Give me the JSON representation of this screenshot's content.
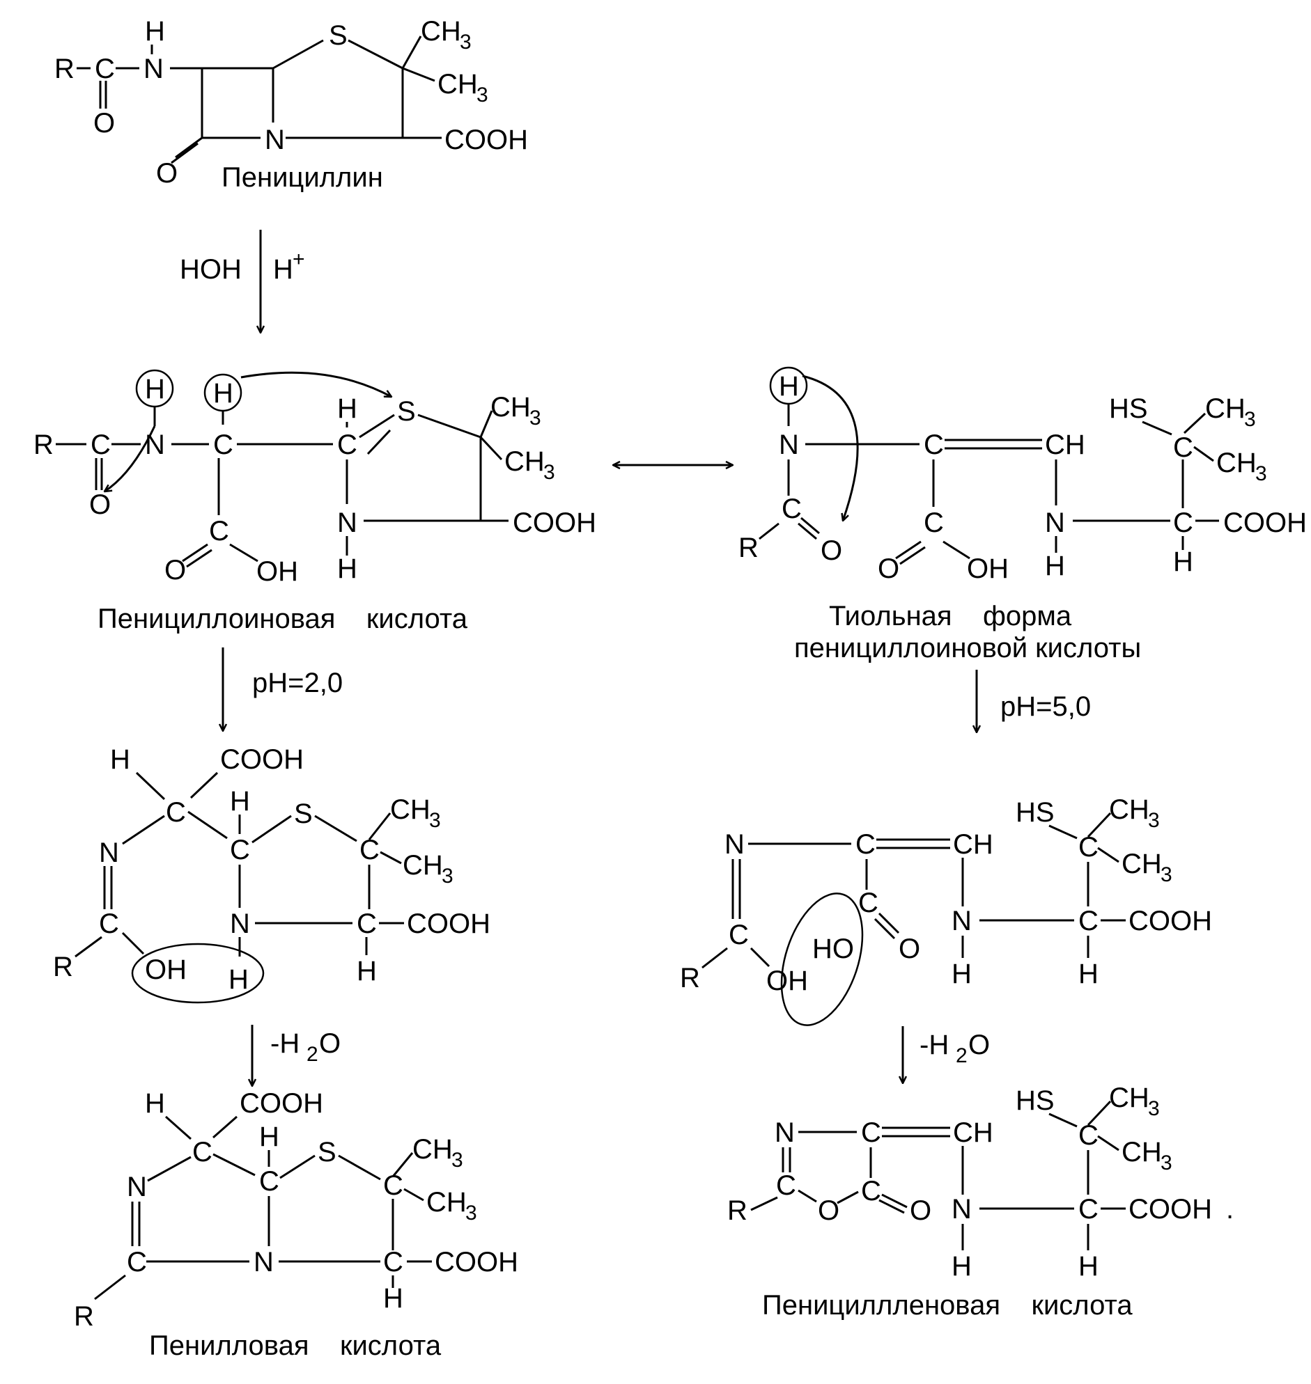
{
  "colors": {
    "ink": "#000000",
    "background": "#ffffff"
  },
  "atoms": {
    "R": "R",
    "C": "C",
    "N": "N",
    "H": "H",
    "O": "O",
    "S": "S",
    "CH3": "CH",
    "CH": "CH",
    "COOH": "COOH",
    "OH": "OH",
    "HO": "HO",
    "HS": "HS",
    "CH3_sub": "3"
  },
  "compounds": {
    "penicillin": "Пенициллин",
    "penicilloic_acid": "Пенициллоиновая    кислота",
    "thiol_form_line1": "Тиольная    форма",
    "thiol_form_line2": "пенициллоиновой кислоты",
    "penillic_acid": "Пенилловая    кислота",
    "penillenic_acid": "Пенициллленовая    кислота"
  },
  "reactions": {
    "hydrolysis_reagent": "HOH",
    "hydrolysis_catalyst": "H",
    "hydrolysis_catalyst_sup": "+",
    "ph_left": "pH=2,0",
    "ph_right": "pH=5,0",
    "dehydration_minus": "-H",
    "dehydration_sub": "2",
    "dehydration_O": "O",
    "final_period": "."
  },
  "icons": [
    "equilibrium-double-arrow-icon",
    "reaction-arrow-icon",
    "curved-electron-arrow-icon",
    "circled-hydrogen-icon",
    "circled-hydroxyl-icon"
  ]
}
